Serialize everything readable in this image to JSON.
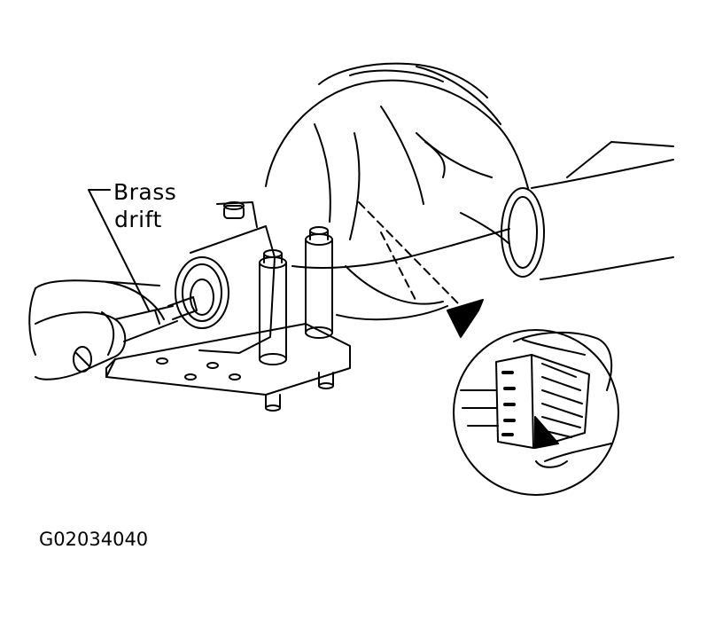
{
  "labels": {
    "brass_line1": "Brass",
    "brass_line2": "drift"
  },
  "figure_code": "G02034040",
  "colors": {
    "ink": "#000000",
    "paper": "#ffffff"
  }
}
